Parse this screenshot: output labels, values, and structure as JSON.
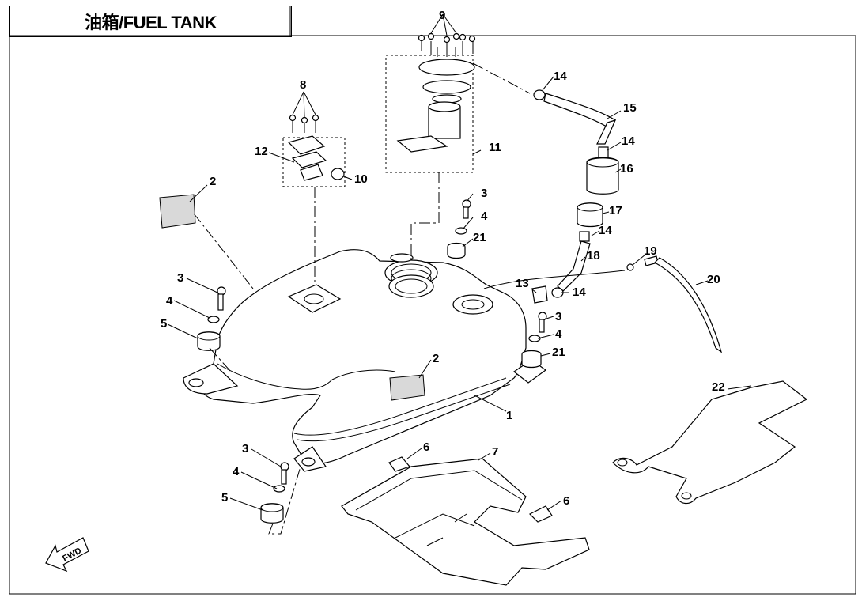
{
  "title": "油箱/FUEL TANK",
  "fwd_label": "FWD",
  "callouts": {
    "c1": "1",
    "c2a": "2",
    "c2b": "2",
    "c3a": "3",
    "c3b": "3",
    "c3c": "3",
    "c3d": "3",
    "c4a": "4",
    "c4b": "4",
    "c4c": "4",
    "c4d": "4",
    "c5a": "5",
    "c5b": "5",
    "c6a": "6",
    "c6b": "6",
    "c7": "7",
    "c8": "8",
    "c9": "9",
    "c10": "10",
    "c11": "11",
    "c12": "12",
    "c13": "13",
    "c14a": "14",
    "c14b": "14",
    "c14c": "14",
    "c14d": "14",
    "c15": "15",
    "c16": "16",
    "c17": "17",
    "c18": "18",
    "c19": "19",
    "c20": "20",
    "c21a": "21",
    "c21b": "21",
    "c22": "22"
  }
}
